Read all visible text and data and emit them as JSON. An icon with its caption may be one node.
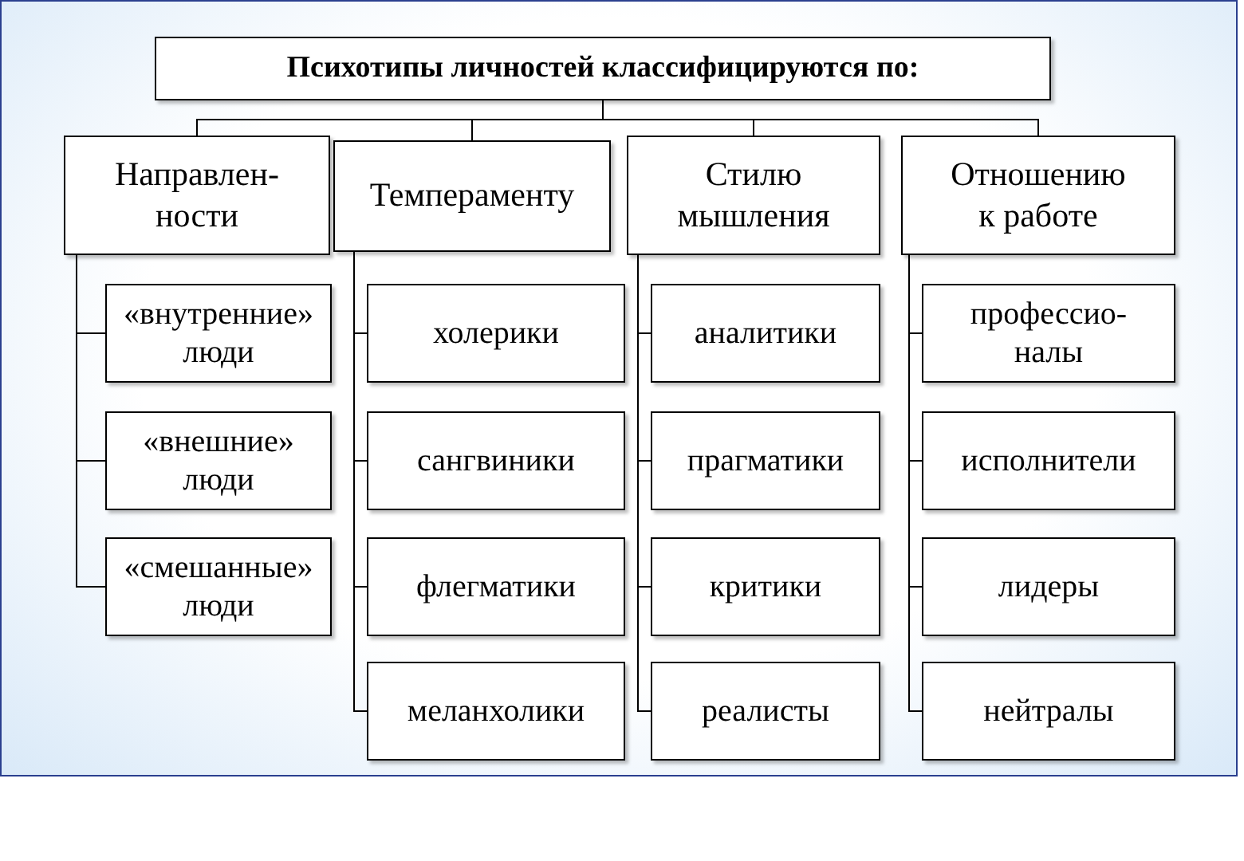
{
  "diagram": {
    "nodes": [
      {
        "text": [
          "Психотипы личностей классифицируются по:"
        ]
      },
      {
        "text": [
          "Направлен- ности"
        ]
      },
      {
        "text": [
          "Темпераменту"
        ]
      },
      {
        "text": [
          "Стилю мышления"
        ]
      },
      {
        "text": [
          "Отношению к работе"
        ]
      },
      {
        "text": [
          "«внутренние» люди"
        ]
      },
      {
        "text": [
          "холерики"
        ]
      },
      {
        "text": [
          "аналитики"
        ]
      },
      {
        "text": [
          "профессио- налы"
        ]
      },
      {
        "text": [
          "«внешние» люди"
        ]
      },
      {
        "text": [
          "сангвиники"
        ]
      },
      {
        "text": [
          "прагматики"
        ]
      },
      {
        "text": [
          "исполнители"
        ]
      },
      {
        "text": [
          "«смешанные» люди"
        ]
      },
      {
        "text": [
          "флегматики"
        ]
      },
      {
        "text": [
          "критики"
        ]
      },
      {
        "text": [
          "лидеры"
        ]
      },
      {
        "text": [
          "меланхолики"
        ]
      },
      {
        "text": [
          "реалисты"
        ]
      },
      {
        "text": [
          "нейтралы"
        ]
      }
    ],
    "edges": [
      {
        "from": 0,
        "to": 1,
        "arrow": "none"
      },
      {
        "from": 0,
        "to": 2,
        "arrow": "none"
      },
      {
        "from": 0,
        "to": 3,
        "arrow": "none"
      },
      {
        "from": 0,
        "to": 4,
        "arrow": "none"
      },
      {
        "from": 1,
        "to": 5,
        "arrow": "none"
      },
      {
        "from": 1,
        "to": 9,
        "arrow": "none"
      },
      {
        "from": 1,
        "to": 13,
        "arrow": "none"
      },
      {
        "from": 2,
        "to": 6,
        "arrow": "none"
      },
      {
        "from": 2,
        "to": 10,
        "arrow": "none"
      },
      {
        "from": 2,
        "to": 14,
        "arrow": "none"
      },
      {
        "from": 2,
        "to": 17,
        "arrow": "none"
      },
      {
        "from": 3,
        "to": 7,
        "arrow": "none"
      },
      {
        "from": 3,
        "to": 11,
        "arrow": "none"
      },
      {
        "from": 3,
        "to": 15,
        "arrow": "none"
      },
      {
        "from": 3,
        "to": 18,
        "arrow": "none"
      },
      {
        "from": 4,
        "to": 8,
        "arrow": "none"
      },
      {
        "from": 4,
        "to": 12,
        "arrow": "none"
      },
      {
        "from": 4,
        "to": 16,
        "arrow": "none"
      },
      {
        "from": 4,
        "to": 19,
        "arrow": "none"
      }
    ]
  }
}
